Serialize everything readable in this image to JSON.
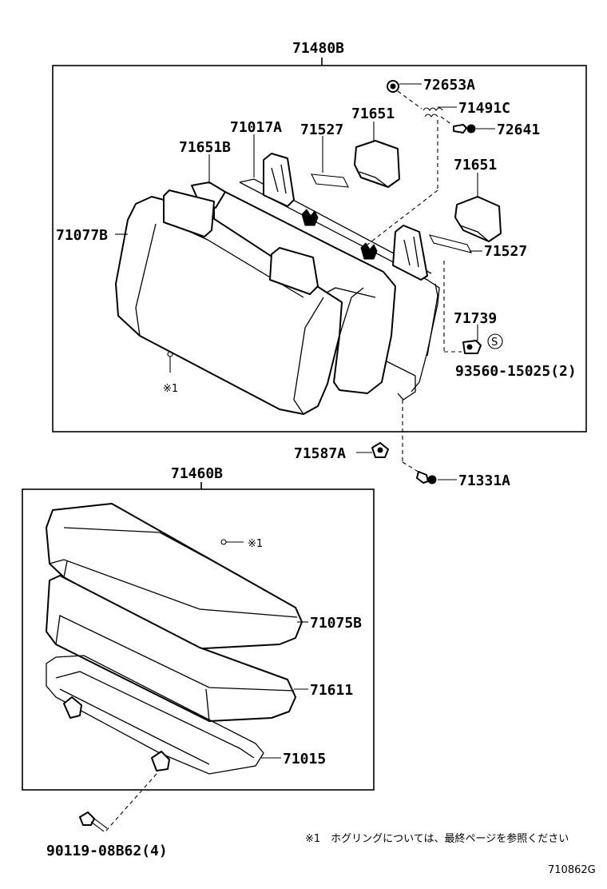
{
  "groups": {
    "upper": "71480B",
    "lower": "71460B"
  },
  "labels": {
    "p72653A": "72653A",
    "p71491C": "71491C",
    "p72641": "72641",
    "p71651_a": "71651",
    "p71527_a": "71527",
    "p71017A": "71017A",
    "p71651B": "71651B",
    "p71077B": "71077B",
    "p71651_b": "71651",
    "p71527_b": "71527",
    "p71739": "71739",
    "p93560": "93560-15025(2)",
    "s_mark": "S",
    "p71587A": "71587A",
    "p71331A": "71331A",
    "p71075B": "71075B",
    "p71611": "71611",
    "p71015": "71015",
    "p90119": "90119-08B62(4)",
    "ref1_upper": "※1",
    "ref1_lower": "※1"
  },
  "footnote": "※1　ホグリングについては、最終ページを参照ください",
  "figure_code": "710862G"
}
